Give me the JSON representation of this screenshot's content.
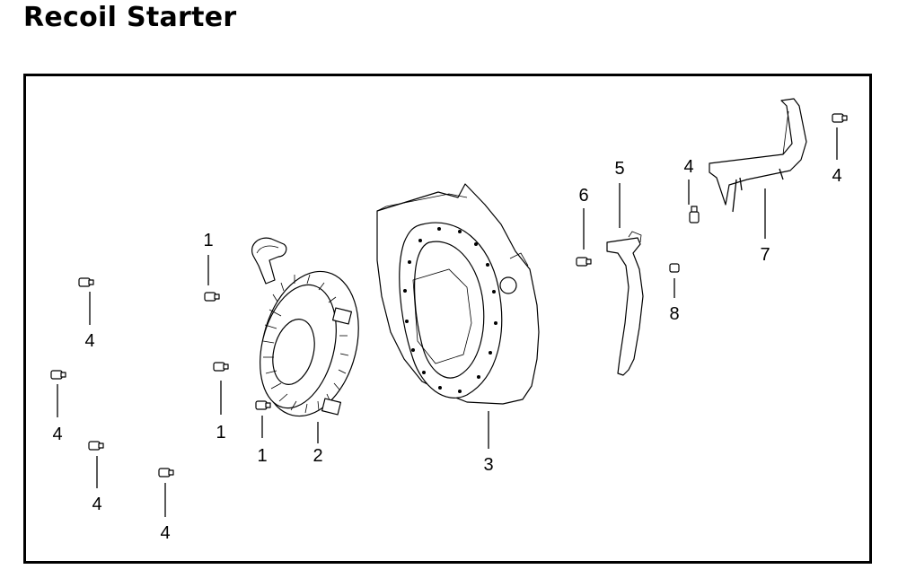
{
  "title": "Recoil Starter",
  "callouts": {
    "c1a": "1",
    "c1b": "1",
    "c1c": "1",
    "c2": "2",
    "c3": "3",
    "c4a": "4",
    "c4b": "4",
    "c4c": "4",
    "c4d": "4",
    "c4e": "4",
    "c4f": "4",
    "c5": "5",
    "c6": "6",
    "c7": "7",
    "c8": "8"
  }
}
